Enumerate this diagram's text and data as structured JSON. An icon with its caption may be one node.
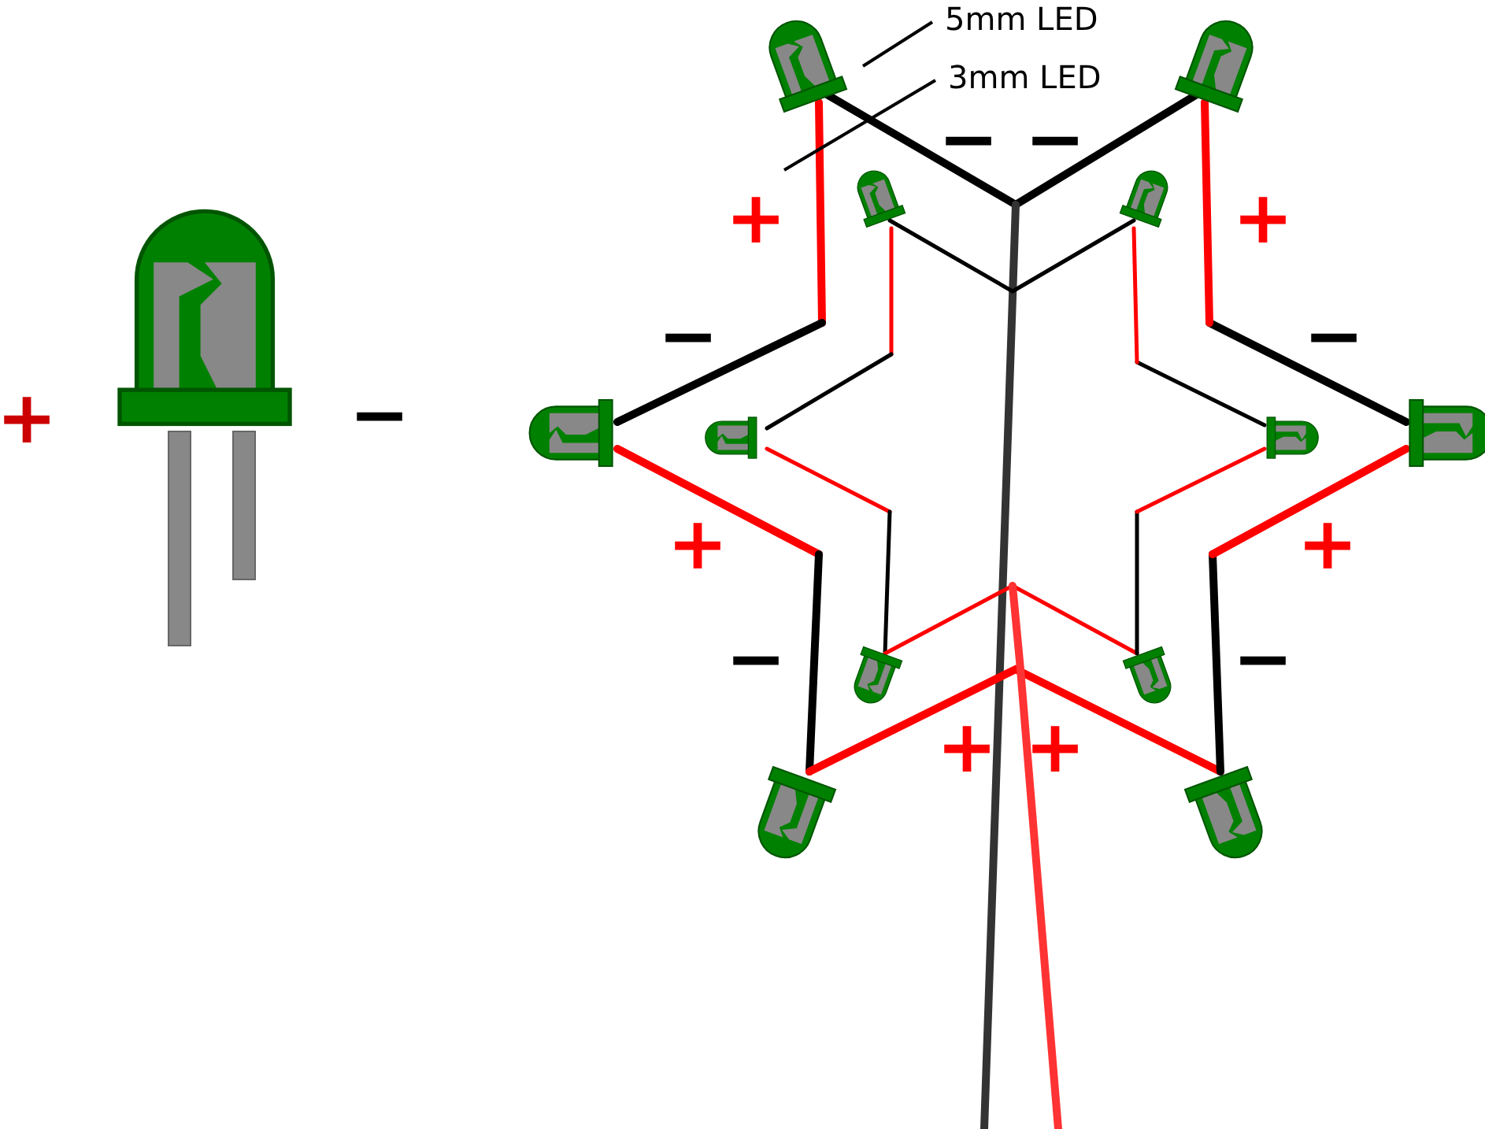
{
  "diagram": {
    "nodes": [
      {
        "text": [
          "5mm LED"
        ]
      },
      {
        "text": [
          "3mm LED"
        ]
      },
      {
        "text": [],
        "shape": "picture"
      }
    ],
    "edges": [
      {
        "from": 0,
        "to": 2,
        "arrow": "none"
      },
      {
        "from": 1,
        "to": null,
        "arrow": "none"
      }
    ],
    "labels": [
      "−",
      "−",
      "+",
      "+",
      "−",
      "−",
      "+",
      "−",
      "+",
      "+",
      "−",
      "−",
      "+",
      "+"
    ]
  }
}
